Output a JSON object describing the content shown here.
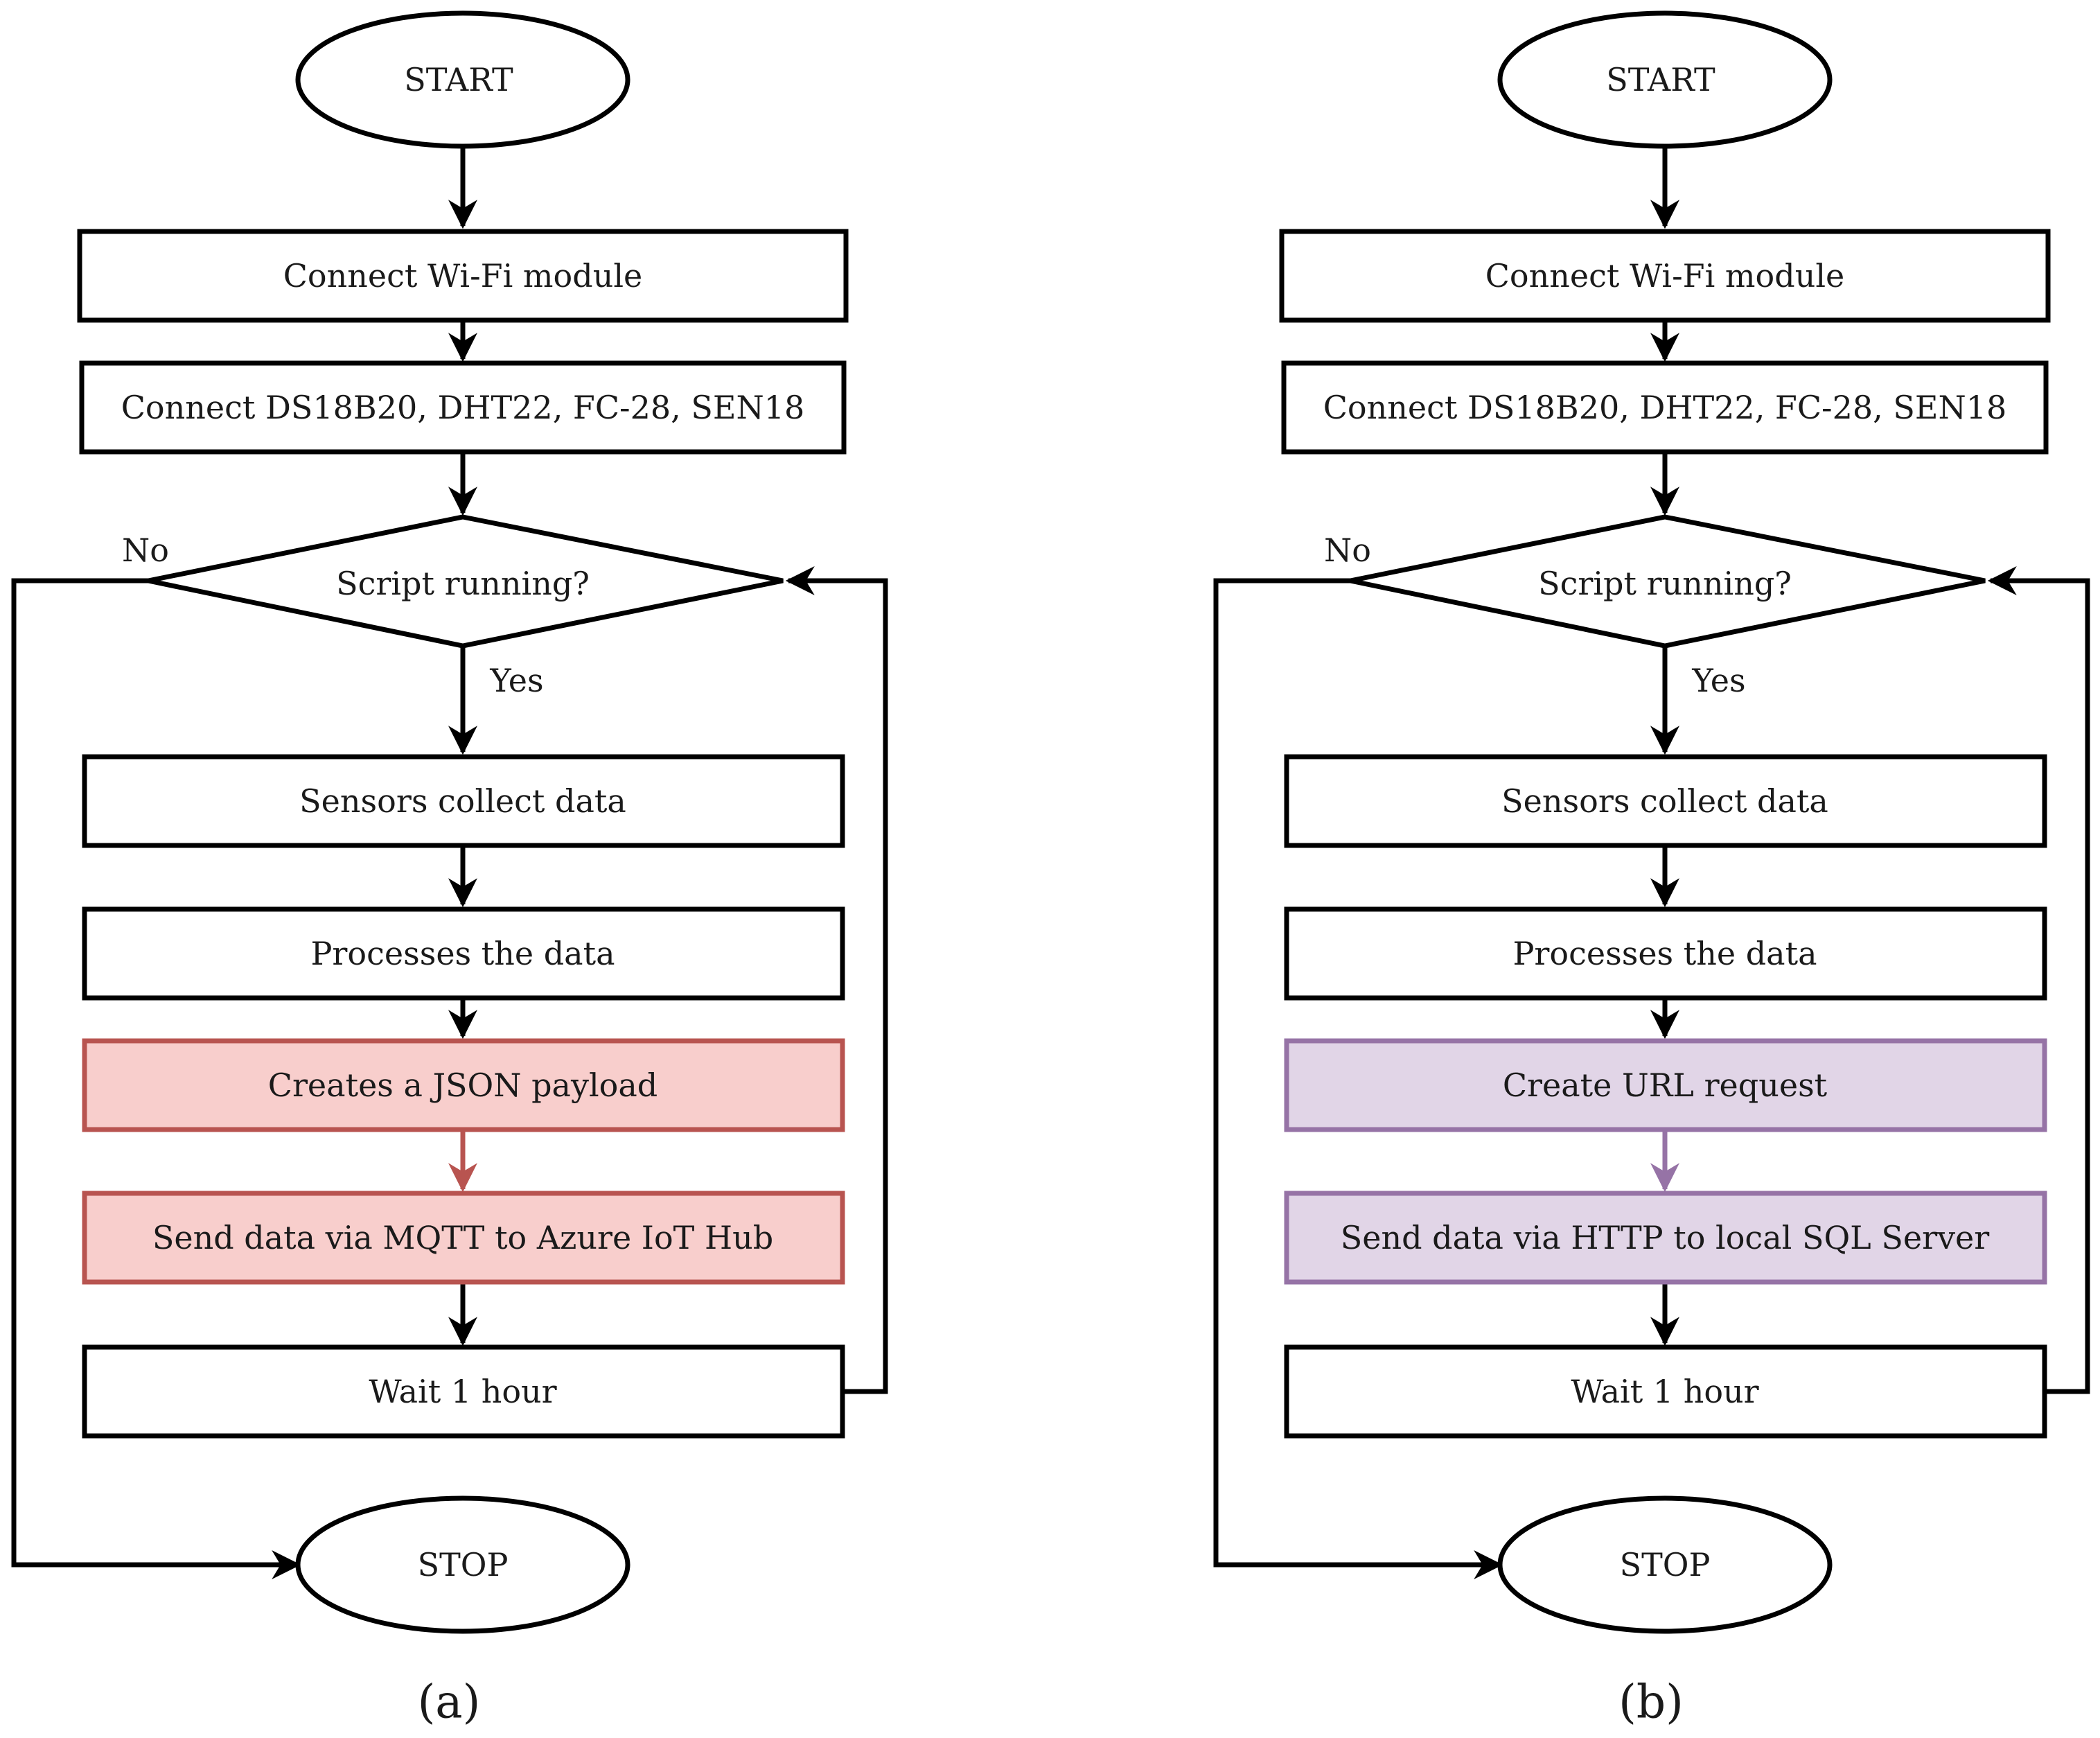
{
  "colors": {
    "stroke": "#000000",
    "red_fill": "#f8cecc",
    "red_stroke": "#b85450",
    "purple_fill": "#e1d5e7",
    "purple_stroke": "#9673a6"
  },
  "flowcharts": [
    {
      "caption": "(a)",
      "start": "START",
      "connect_wifi": "Connect Wi-Fi module",
      "connect_sensors": "Connect DS18B20, DHT22, FC-28, SEN18",
      "decision": "Script running?",
      "no_label": "No",
      "yes_label": "Yes",
      "collect": "Sensors collect data",
      "process": "Processes the data",
      "step_create": "Creates a JSON payload",
      "step_send": "Send data via MQTT to Azure IoT Hub",
      "wait": "Wait 1 hour",
      "stop": "STOP",
      "highlight": "red"
    },
    {
      "caption": "(b)",
      "start": "START",
      "connect_wifi": "Connect Wi-Fi module",
      "connect_sensors": "Connect DS18B20, DHT22, FC-28, SEN18",
      "decision": "Script running?",
      "no_label": "No",
      "yes_label": "Yes",
      "collect": "Sensors collect data",
      "process": "Processes the data",
      "step_create": "Create URL request",
      "step_send": "Send data via HTTP to local SQL Server",
      "wait": "Wait 1 hour",
      "stop": "STOP",
      "highlight": "purple"
    }
  ]
}
